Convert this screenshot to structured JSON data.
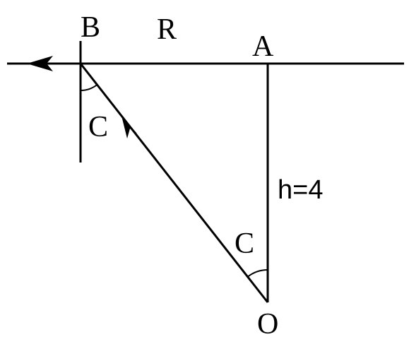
{
  "labels": {
    "point_b": "B",
    "point_a": "A",
    "point_o": "O",
    "segment_r": "R",
    "angle_c_at_b": "C",
    "angle_c_at_o": "C",
    "height": "h=4"
  },
  "colors": {
    "ink": "#000000",
    "background": "#ffffff"
  }
}
